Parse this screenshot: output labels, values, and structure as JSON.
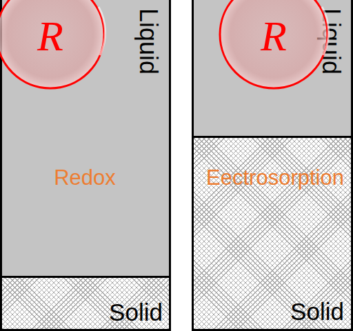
{
  "diagram": {
    "nodes": [
      {
        "text": [
          "Liquid",
          "Redox"
        ]
      },
      {
        "text": [
          "R"
        ],
        "in": 0
      },
      {
        "text": [
          "Solid"
        ]
      },
      {
        "text": [
          "Liquid"
        ]
      },
      {
        "text": [
          "R"
        ],
        "in": 3
      },
      {
        "text": [
          "Eectrosorption",
          "Solid"
        ]
      }
    ]
  }
}
